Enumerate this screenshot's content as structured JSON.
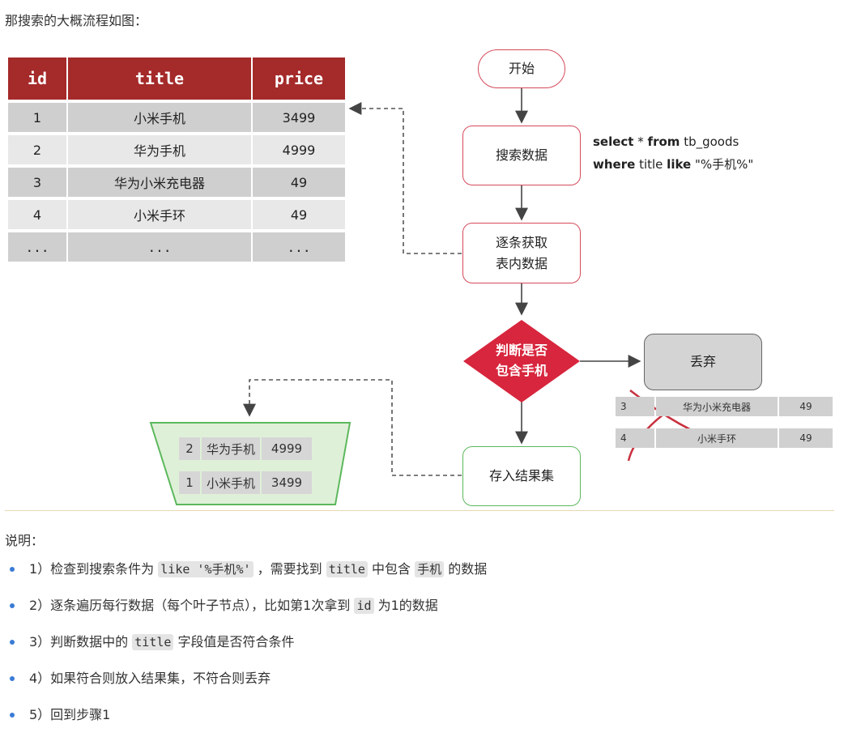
{
  "intro": "那搜索的大概流程如图：",
  "table": {
    "headers": [
      "id",
      "title",
      "price"
    ],
    "rows": [
      [
        "1",
        "小米手机",
        "3499"
      ],
      [
        "2",
        "华为手机",
        "4999"
      ],
      [
        "3",
        "华为小米充电器",
        "49"
      ],
      [
        "4",
        "小米手环",
        "49"
      ],
      [
        "...",
        "...",
        "..."
      ]
    ]
  },
  "flow": {
    "start": "开始",
    "search": "搜索数据",
    "fetch_line1": "逐条获取",
    "fetch_line2": "表内数据",
    "decision_line1": "判断是否",
    "decision_line2": "包含手机",
    "discard": "丢弃",
    "store": "存入结果集"
  },
  "sql": {
    "kw_select": "select",
    "star": "* ",
    "kw_from": "from",
    "table": "tb_goods",
    "kw_where": "where",
    "field": "title",
    "kw_like": "like",
    "pattern": "\"%手机%\""
  },
  "discarded": [
    [
      "3",
      "华为小米充电器",
      "49"
    ],
    [
      "4",
      "小米手环",
      "49"
    ]
  ],
  "results": [
    [
      "2",
      "华为手机",
      "4999"
    ],
    [
      "1",
      "小米手机",
      "3499"
    ]
  ],
  "notes": {
    "title": "说明：",
    "s1_a": "1）检查到搜索条件为",
    "s1_code1": "like '%手机%'",
    "s1_b": "，需要找到",
    "s1_code2": "title",
    "s1_c": "中包含",
    "s1_code3": "手机",
    "s1_d": "的数据",
    "s2_a": "2）逐条遍历每行数据（每个叶子节点），比如第1次拿到",
    "s2_code": "id",
    "s2_b": "为1的数据",
    "s3_a": "3）判断数据中的",
    "s3_code": "title",
    "s3_b": "字段值是否符合条件",
    "s4": "4）如果符合则放入结果集，不符合则丢弃",
    "s5": "5）回到步骤1"
  },
  "colors": {
    "header_red": "#a52a2a",
    "flow_red": "#d44a5a",
    "decision_fill": "#d7263d",
    "green": "#5cb85c",
    "bullet_blue": "#3a7bd5"
  }
}
